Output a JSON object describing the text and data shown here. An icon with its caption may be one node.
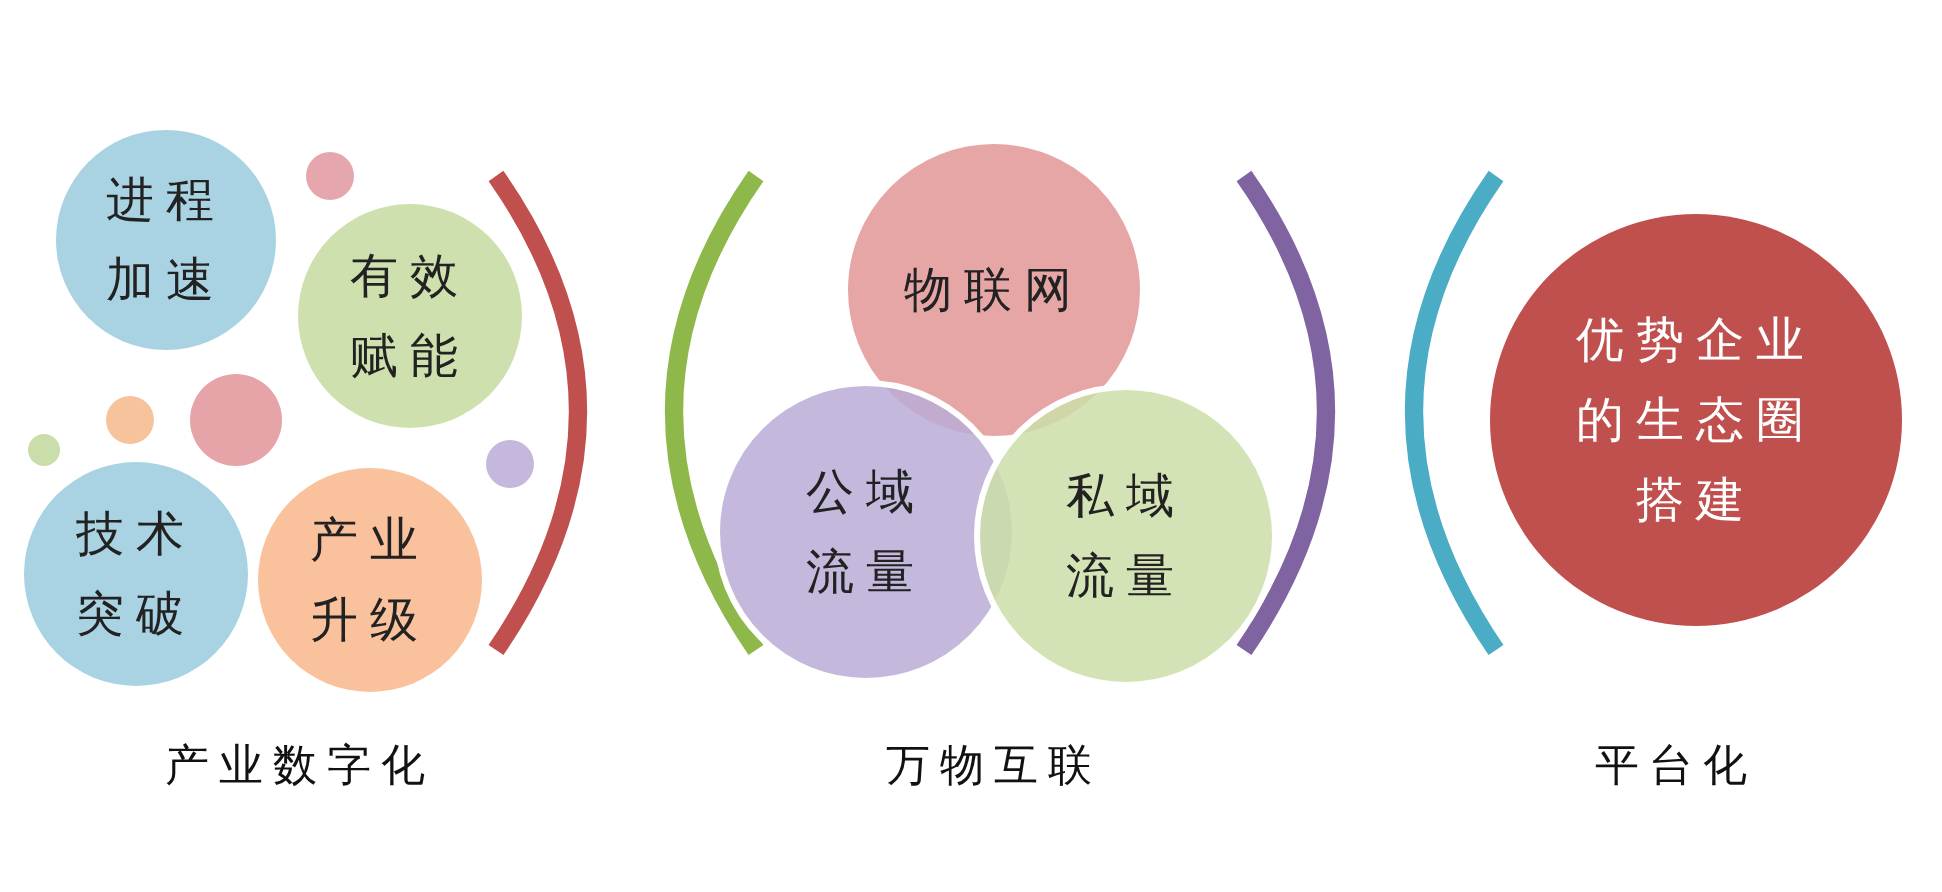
{
  "diagram": {
    "nodes": [
      {
        "text": [
          "进程加速"
        ]
      },
      {
        "text": [],
        "shape": "circle"
      },
      {
        "text": [
          "有效赋能"
        ]
      },
      {
        "text": [],
        "shape": "circle"
      },
      {
        "text": [],
        "shape": "circle"
      },
      {
        "text": [],
        "shape": "circle"
      },
      {
        "text": [],
        "shape": "circle"
      },
      {
        "text": [
          "技术突破"
        ]
      },
      {
        "text": [
          "产业升级"
        ]
      },
      {
        "text": [
          "物联网"
        ]
      },
      {
        "text": [
          "公域流量"
        ]
      },
      {
        "text": [
          "私域流量"
        ]
      },
      {
        "text": [
          "优势企业的生态圈搭建"
        ]
      }
    ],
    "labels": [
      "产业数字化",
      "万物互联",
      "平台化"
    ]
  }
}
